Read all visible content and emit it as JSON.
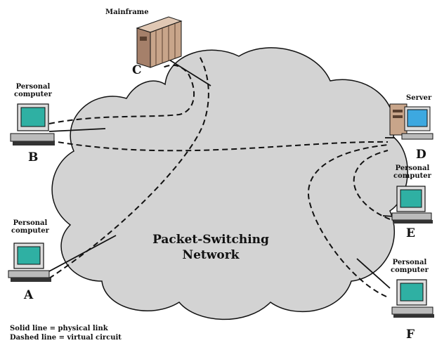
{
  "network": {
    "label_line1": "Packet-Switching",
    "label_line2": "Network"
  },
  "nodes": {
    "A": {
      "letter": "A",
      "caption_line1": "Personal",
      "caption_line2": "computer"
    },
    "B": {
      "letter": "B",
      "caption_line1": "Personal",
      "caption_line2": "computer"
    },
    "C": {
      "letter": "C",
      "caption": "Mainframe"
    },
    "D": {
      "letter": "D",
      "caption": "Server"
    },
    "E": {
      "letter": "E",
      "caption_line1": "Personal",
      "caption_line2": "computer"
    },
    "F": {
      "letter": "F",
      "caption_line1": "Personal",
      "caption_line2": "computer"
    }
  },
  "legend": {
    "solid": "Solid line = physical link",
    "dashed": "Dashed line = virtual circuit"
  },
  "colors": {
    "cloud_fill": "#d3d3d3",
    "screen": "#2fb0a3",
    "mainframe": "#c8a58a",
    "line": "#111111"
  }
}
